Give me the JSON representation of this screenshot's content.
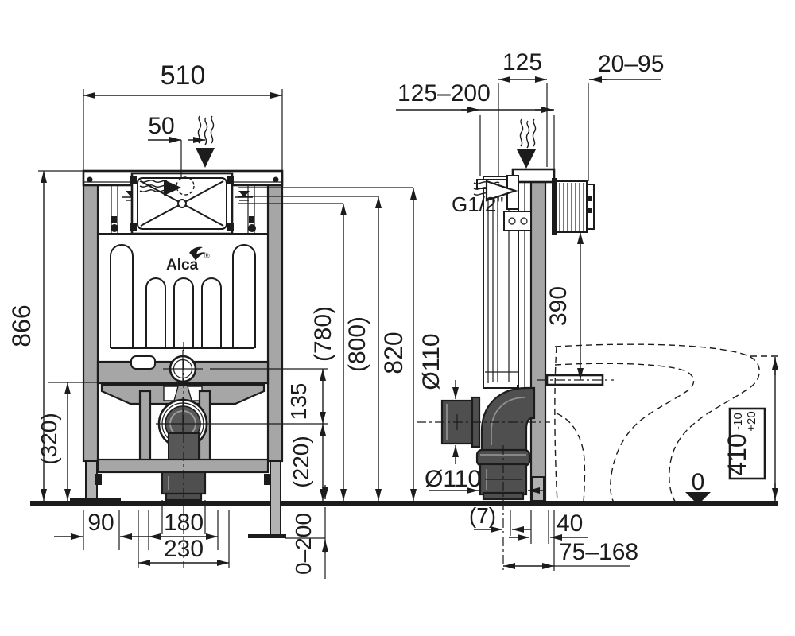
{
  "brand": {
    "name": "Alca",
    "mark": "®"
  },
  "front_view": {
    "frame_width": "510",
    "flush_offset": "50",
    "frame_height": "866",
    "bracket_height": "(320)",
    "pipe_spacing": "135",
    "drain_height": "(220)",
    "ref_heights": {
      "h780": "(780)",
      "h800": "(800)",
      "h820": "820"
    },
    "foot_offset": "90",
    "bolt_spacing": "180",
    "outer_spacing": "230",
    "feet_adjust": "0–200"
  },
  "side_view": {
    "install_depth": "125–200",
    "frame_depth": "125",
    "wall_range": "20–95",
    "water_supply": "G1/2\"",
    "flush_to_bracket": "390",
    "drain_dia_side": "Ø110",
    "drain_dia_outlet": "Ø110",
    "seat": {
      "height": "410",
      "tol_plus": "+20",
      "tol_minus": "-10"
    },
    "datum": "0",
    "outlet_offset": "(7)",
    "wall_depth": "40",
    "outlet_distance": "75–168"
  }
}
